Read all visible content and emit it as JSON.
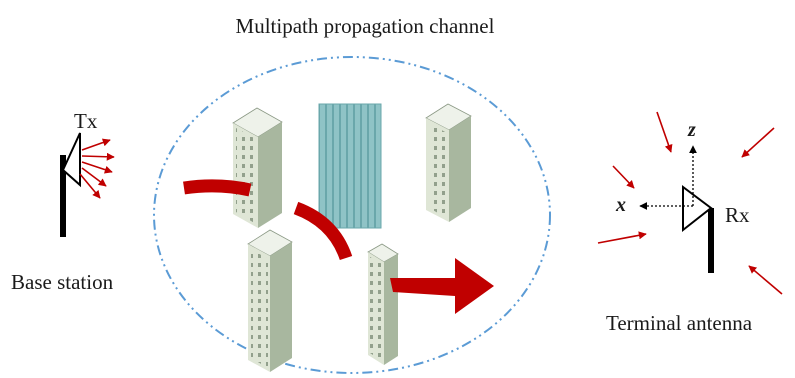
{
  "title": "Multipath propagation channel",
  "transmitter": {
    "tag": "Tx",
    "caption": "Base station"
  },
  "receiver": {
    "tag": "Rx",
    "caption": "Terminal antenna",
    "axis_x": "x",
    "axis_z": "z"
  },
  "colors": {
    "ellipse": "#5b9bd5",
    "arrow": "#c00000",
    "building_light": "#dfe6d6",
    "building_shade": "#9fae96",
    "building_roof": "#eef2ea",
    "building_teal": "#8fc3c6",
    "stroke": "#000000"
  },
  "icons": [
    "transmit-antenna-icon",
    "receive-antenna-icon",
    "building-icon",
    "signal-path-arrow-icon"
  ]
}
